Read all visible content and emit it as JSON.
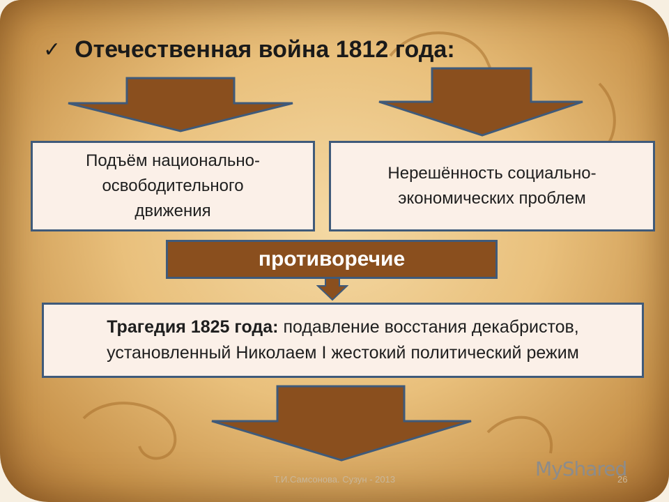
{
  "title": {
    "check": "✓",
    "text": "Отечественная война 1812 года:"
  },
  "box_left": {
    "lines": [
      "Подъём национально-",
      "освободительного",
      "движения"
    ]
  },
  "box_right": {
    "lines": [
      "Нерешённость социально-",
      "экономических проблем"
    ]
  },
  "contradiction": "противоречие",
  "result": {
    "bold": "Трагедия 1825 года:",
    "line1_rest": " подавление восстания декабристов,",
    "line2": "установленный Николаем I жестокий политический режим"
  },
  "footer": {
    "author": "Т.И.Самсонова. Сузун - 2013",
    "page": "26"
  },
  "watermark": "MyShared",
  "colors": {
    "arrow": "#8a4f1e",
    "border": "#3f5a7a",
    "box_bg": "#fbf0e8"
  }
}
